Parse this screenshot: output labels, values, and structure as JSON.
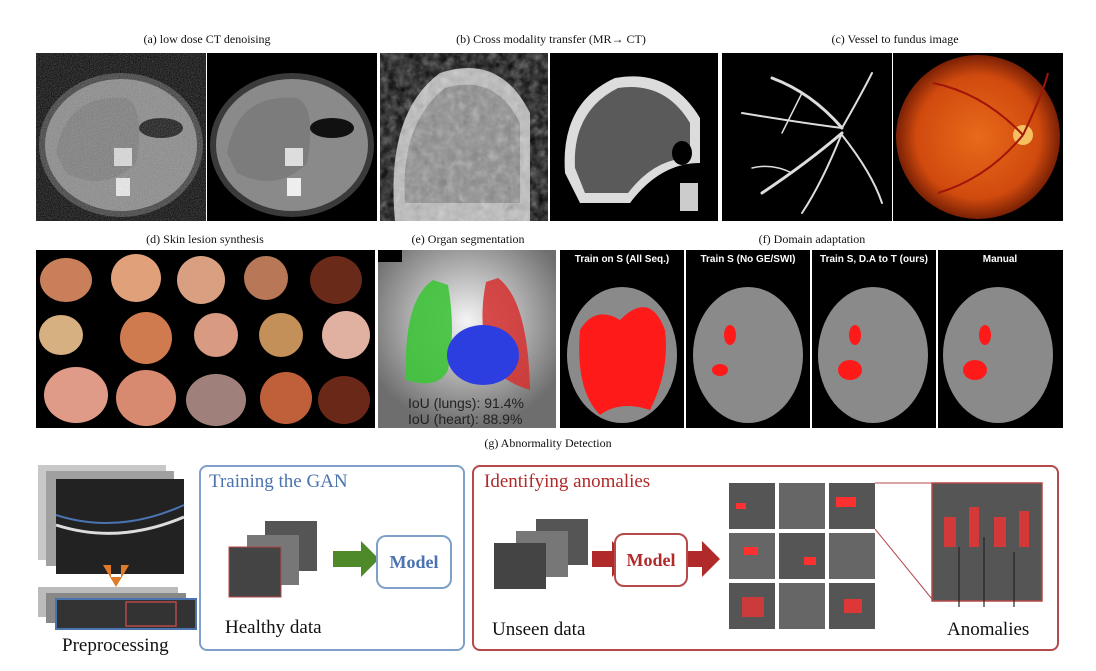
{
  "captions": {
    "a": "(a) low dose CT denoising",
    "b": "(b) Cross modality transfer (MR→ CT)",
    "c": "(c) Vessel to fundus image",
    "d": "(d) Skin lesion synthesis",
    "e": "(e) Organ segmentation",
    "f": "(f) Domain adaptation",
    "g": "(g) Abnormality Detection"
  },
  "segmentation": {
    "iou_lungs": "IoU (lungs): 91.4%",
    "iou_heart": "IoU (heart): 88.9%"
  },
  "domain_adaptation": {
    "labels": [
      "Train on S (All Seq.)",
      "Train S (No GE/SWI)",
      "Train S, D.A to T (ours)",
      "Manual"
    ]
  },
  "anomaly": {
    "training_title": "Training the GAN",
    "identifying_title": "Identifying anomalies",
    "model_label": "Model",
    "healthy_data": "Healthy data",
    "unseen_data": "Unseen data",
    "preprocessing": "Preprocessing",
    "anomalies": "Anomalies"
  },
  "colors": {
    "blue_box": "#7fa0c8",
    "blue_text": "#4a73b0",
    "red_box": "#b54a4a",
    "red_text": "#b02a2a",
    "green_arrow": "#4f8a2a",
    "orange_arrow": "#e07a26",
    "seg_red": "#ff1a1a",
    "lung_green": "#3fc43a",
    "heart_blue": "#2d3ee0"
  }
}
